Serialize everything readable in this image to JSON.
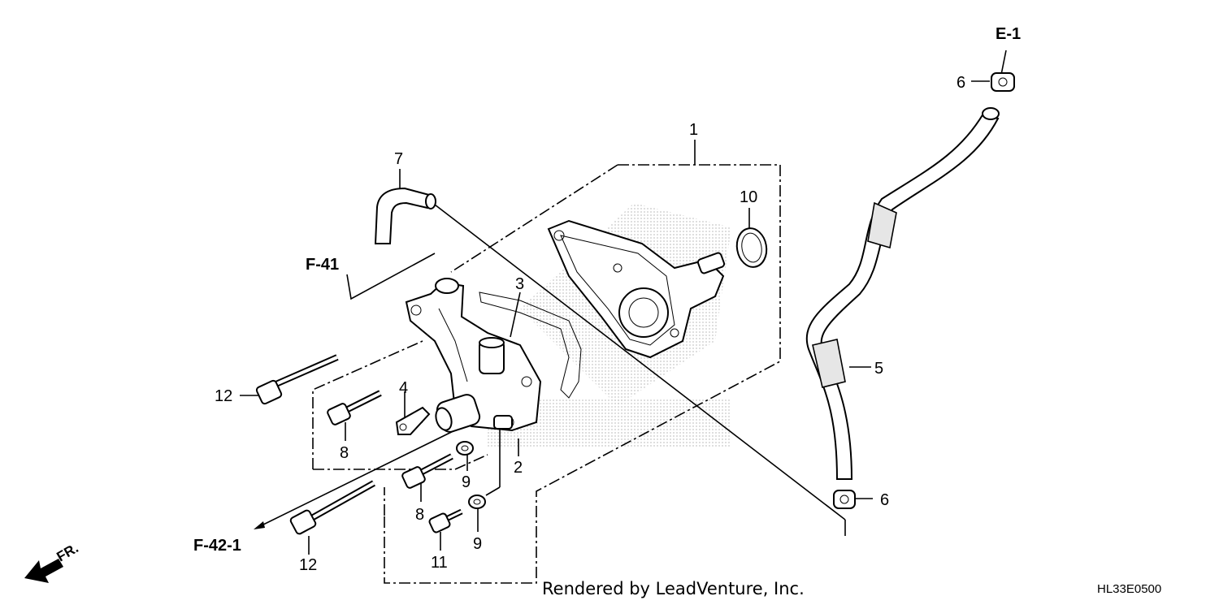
{
  "references": {
    "e1": "E-1",
    "f41": "F-41",
    "f42_1": "F-42-1",
    "front": "FR."
  },
  "callouts": {
    "c1": "1",
    "c2": "2",
    "c3": "3",
    "c4": "4",
    "c5": "5",
    "c6_top": "6",
    "c6_bottom": "6",
    "c7": "7",
    "c8_upper": "8",
    "c8_lower": "8",
    "c9_upper": "9",
    "c9_lower": "9",
    "c10": "10",
    "c11": "11",
    "c12_upper": "12",
    "c12_lower": "12"
  },
  "footer": {
    "caption": "Rendered by LeadVenture, Inc.",
    "code": "HL33E0500"
  },
  "colors": {
    "line": "#000000",
    "background": "#ffffff",
    "watermark": "#cfcfcf"
  }
}
